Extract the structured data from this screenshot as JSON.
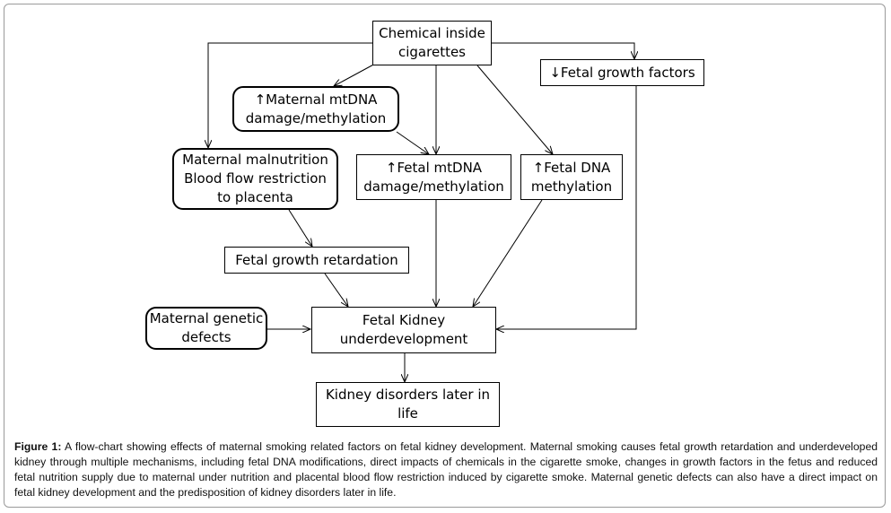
{
  "nodes": {
    "chemical": [
      "Chemical inside",
      "cigarettes"
    ],
    "fetal_growth_factors": [
      "↓Fetal growth factors"
    ],
    "maternal_mtdna": [
      "↑Maternal mtDNA",
      "damage/methylation"
    ],
    "maternal_malnutrition": [
      "Maternal malnutrition",
      "Blood flow restriction",
      "to placenta"
    ],
    "fetal_mtdna": [
      "↑Fetal mtDNA",
      "damage/methylation"
    ],
    "fetal_dna": [
      "↑Fetal DNA",
      "methylation"
    ],
    "fetal_growth_retardation": [
      "Fetal growth retardation"
    ],
    "maternal_genetic": [
      "Maternal genetic",
      "defects"
    ],
    "fetal_kidney": [
      "Fetal Kidney",
      "underdevelopment"
    ],
    "kidney_disorders": [
      "Kidney disorders later in",
      "life"
    ]
  },
  "caption": {
    "label": "Figure 1:",
    "text": " A flow-chart showing effects of maternal smoking related factors on fetal kidney development. Maternal smoking causes fetal growth retardation and underdeveloped kidney through multiple mechanisms, including fetal DNA modifications, direct impacts of chemicals in the cigarette smoke, changes in growth factors in the fetus and reduced fetal nutrition supply due to maternal under nutrition and placental blood flow restriction induced by cigarette smoke. Maternal genetic defects can also have a direct impact on fetal kidney development and the predisposition of kidney disorders later in life."
  }
}
